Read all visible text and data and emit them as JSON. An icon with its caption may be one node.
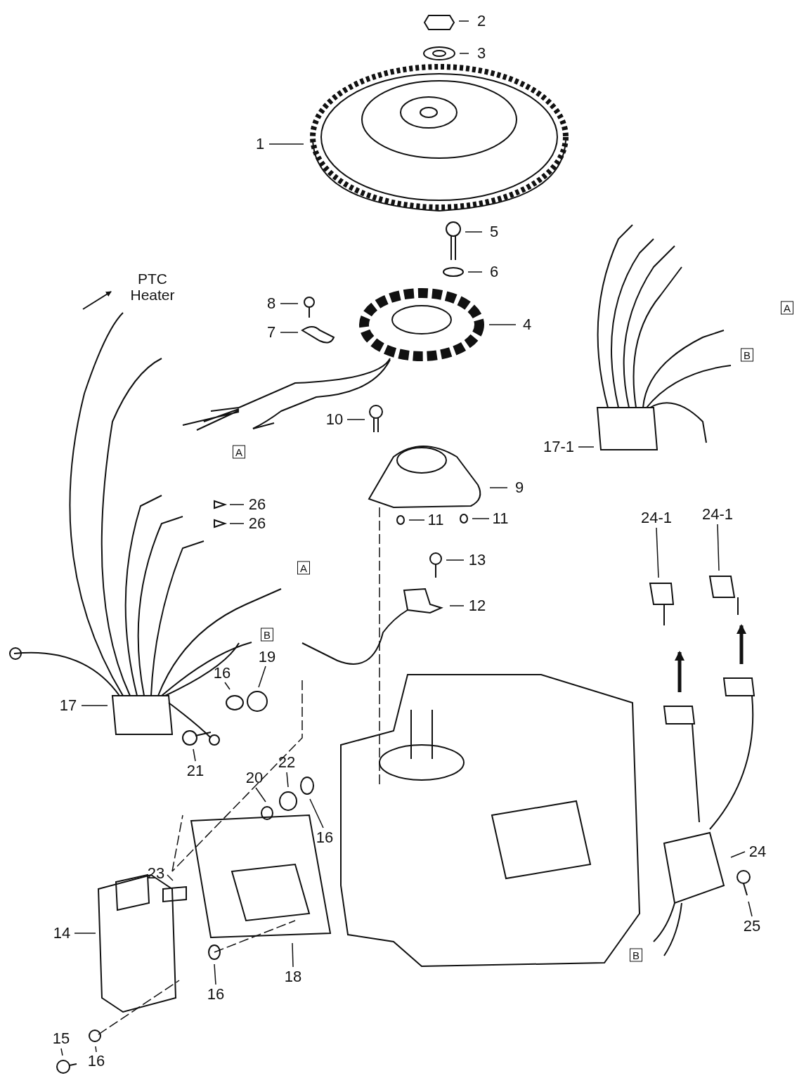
{
  "diagram": {
    "nodes": [
      {
        "text": [
          "2"
        ]
      },
      {
        "text": [
          "3"
        ]
      },
      {
        "text": [
          "1"
        ]
      },
      {
        "text": [
          "5"
        ]
      },
      {
        "text": [
          "6"
        ]
      },
      {
        "text": [
          "4"
        ]
      },
      {
        "text": [
          "8"
        ]
      },
      {
        "text": [
          "7"
        ]
      },
      {
        "text": [
          "10"
        ]
      },
      {
        "text": [
          "9"
        ]
      },
      {
        "text": [
          "11"
        ]
      },
      {
        "text": [
          "11"
        ]
      },
      {
        "text": [
          "13"
        ]
      },
      {
        "text": [
          "12"
        ]
      },
      {
        "text": [
          "26"
        ]
      },
      {
        "text": [
          "26"
        ]
      },
      {
        "text": [
          "17-1"
        ]
      },
      {
        "text": [
          "24-1"
        ]
      },
      {
        "text": [
          "24-1"
        ]
      },
      {
        "text": [
          "17"
        ]
      },
      {
        "text": [
          "16"
        ]
      },
      {
        "text": [
          "19"
        ]
      },
      {
        "text": [
          "21"
        ]
      },
      {
        "text": [
          "20"
        ]
      },
      {
        "text": [
          "22"
        ]
      },
      {
        "text": [
          "16"
        ]
      },
      {
        "text": [
          "23"
        ]
      },
      {
        "text": [
          "14"
        ]
      },
      {
        "text": [
          "18"
        ]
      },
      {
        "text": [
          "16"
        ]
      },
      {
        "text": [
          "15"
        ]
      },
      {
        "text": [
          "16"
        ]
      },
      {
        "text": [
          "24"
        ]
      },
      {
        "text": [
          "25"
        ]
      }
    ],
    "edges": [
      {
        "from": 0,
        "to": null,
        "arrow": "none"
      },
      {
        "from": 1,
        "to": null,
        "arrow": "none"
      },
      {
        "from": 2,
        "to": null,
        "arrow": "none"
      },
      {
        "from": 3,
        "to": null,
        "arrow": "none"
      },
      {
        "from": 4,
        "to": null,
        "arrow": "none"
      },
      {
        "from": 5,
        "to": null,
        "arrow": "none"
      },
      {
        "from": 6,
        "to": null,
        "arrow": "none"
      },
      {
        "from": 7,
        "to": null,
        "arrow": "none"
      },
      {
        "from": 8,
        "to": null,
        "arrow": "none"
      },
      {
        "from": 9,
        "to": null,
        "arrow": "none"
      },
      {
        "from": 10,
        "to": null,
        "arrow": "none"
      },
      {
        "from": 11,
        "to": null,
        "arrow": "none"
      },
      {
        "from": 12,
        "to": null,
        "arrow": "none"
      },
      {
        "from": 13,
        "to": null,
        "arrow": "none"
      },
      {
        "from": 14,
        "to": null,
        "arrow": "none"
      },
      {
        "from": 15,
        "to": null,
        "arrow": "none"
      },
      {
        "from": 16,
        "to": null,
        "arrow": "none"
      },
      {
        "from": 17,
        "to": null,
        "arrow": "none"
      },
      {
        "from": 18,
        "to": null,
        "arrow": "none"
      },
      {
        "from": 19,
        "to": null,
        "arrow": "none"
      },
      {
        "from": 20,
        "to": null,
        "arrow": "none"
      },
      {
        "from": 21,
        "to": null,
        "arrow": "none"
      },
      {
        "from": 22,
        "to": null,
        "arrow": "none"
      },
      {
        "from": 23,
        "to": null,
        "arrow": "none"
      },
      {
        "from": 24,
        "to": null,
        "arrow": "none"
      },
      {
        "from": 25,
        "to": null,
        "arrow": "none"
      },
      {
        "from": 26,
        "to": null,
        "arrow": "none"
      },
      {
        "from": 27,
        "to": null,
        "arrow": "none"
      },
      {
        "from": 28,
        "to": null,
        "arrow": "none"
      },
      {
        "from": 29,
        "to": null,
        "arrow": "none"
      },
      {
        "from": 30,
        "to": null,
        "arrow": "none"
      },
      {
        "from": 31,
        "to": null,
        "arrow": "none"
      },
      {
        "from": 32,
        "to": null,
        "arrow": "none"
      },
      {
        "from": 33,
        "to": null,
        "arrow": "none"
      }
    ],
    "labels": [
      "PTC Heater",
      "A",
      "B",
      "A",
      "A",
      "B",
      "B"
    ]
  }
}
